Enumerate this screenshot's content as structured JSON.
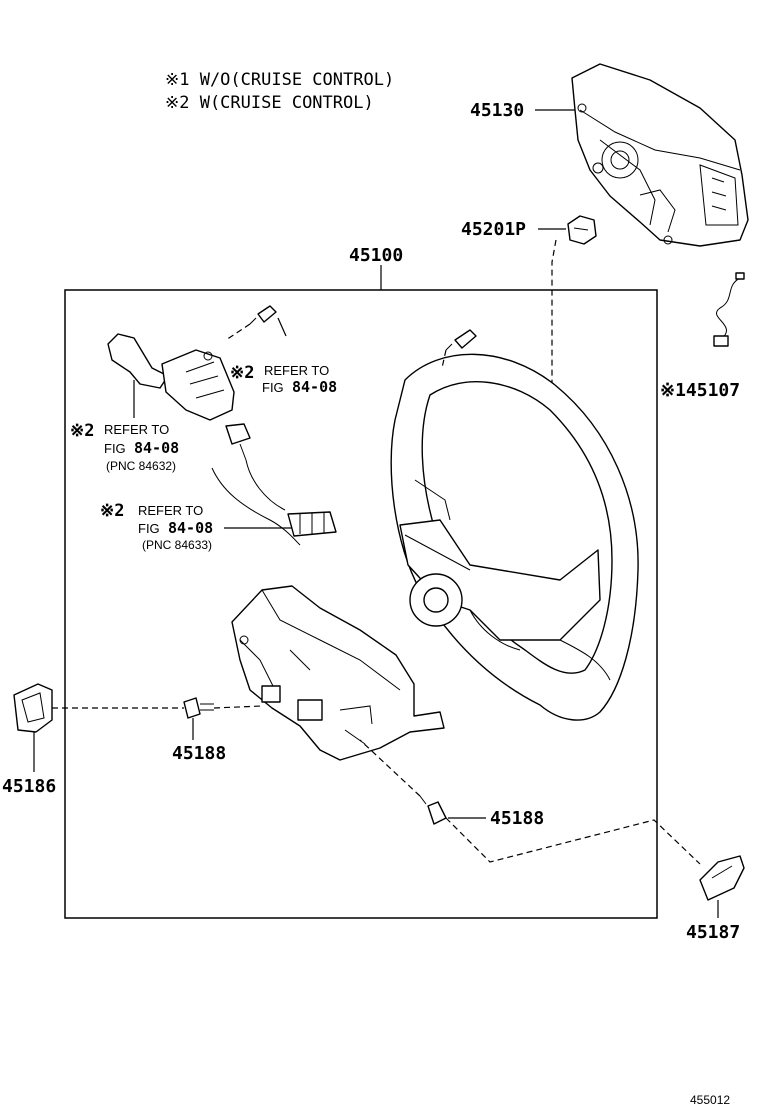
{
  "notes": {
    "note1": "※1 W/O(CRUISE CONTROL)",
    "note2": "※2 W(CRUISE CONTROL)"
  },
  "parts": {
    "p45130": "45130",
    "p45201p": "45201P",
    "p45100": "45100",
    "p145107": "※145107",
    "p45188a": "45188",
    "p45188b": "45188",
    "p45186": "45186",
    "p45187": "45187"
  },
  "refs": {
    "ref1": {
      "mark": "※2",
      "line1": "REFER TO",
      "fig_prefix": "FIG",
      "fig_num": "84-08"
    },
    "ref2": {
      "mark": "※2",
      "line1": "REFER TO",
      "fig_prefix": "FIG",
      "fig_num": "84-08",
      "pnc": "(PNC 84632)"
    },
    "ref3": {
      "mark": "※2",
      "line1": "REFER TO",
      "fig_prefix": "FIG",
      "fig_num": "84-08",
      "pnc": "(PNC 84633)"
    }
  },
  "figure_id": "455012"
}
